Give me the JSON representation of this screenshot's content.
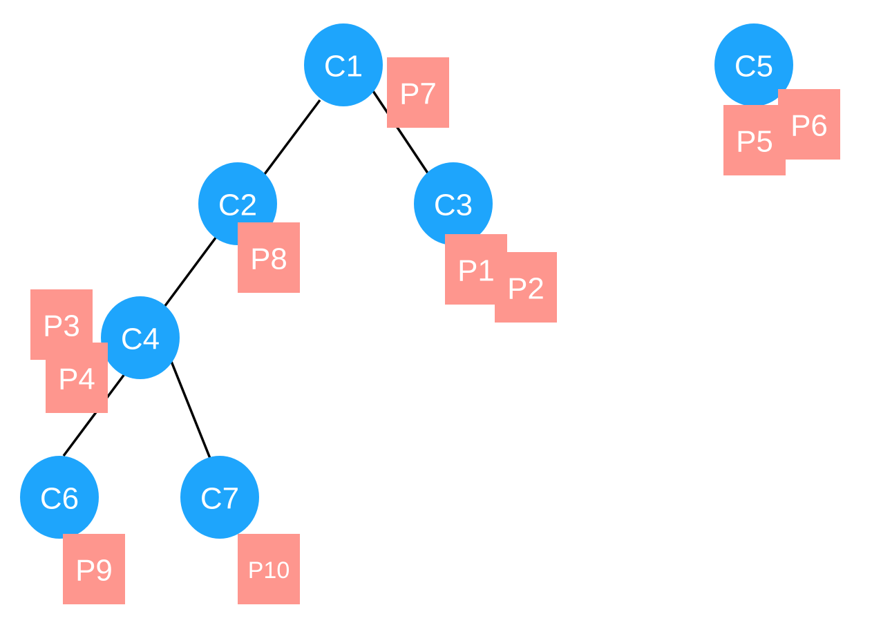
{
  "colors": {
    "node_fill": "#1ea5fc",
    "node_text": "#ffffff",
    "tag_fill": "#fe968e",
    "tag_text": "#ffffff",
    "edge": "#000000"
  },
  "nodes": [
    {
      "id": "C1",
      "label": "C1"
    },
    {
      "id": "C2",
      "label": "C2"
    },
    {
      "id": "C3",
      "label": "C3"
    },
    {
      "id": "C4",
      "label": "C4"
    },
    {
      "id": "C5",
      "label": "C5"
    },
    {
      "id": "C6",
      "label": "C6"
    },
    {
      "id": "C7",
      "label": "C7"
    }
  ],
  "edges": [
    {
      "from": "C1",
      "to": "C2"
    },
    {
      "from": "C1",
      "to": "C3"
    },
    {
      "from": "C2",
      "to": "C4"
    },
    {
      "from": "C4",
      "to": "C6"
    },
    {
      "from": "C4",
      "to": "C7"
    }
  ],
  "tags": [
    {
      "id": "P7",
      "label": "P7",
      "attached_to": "C1"
    },
    {
      "id": "P8",
      "label": "P8",
      "attached_to": "C2"
    },
    {
      "id": "P1",
      "label": "P1",
      "attached_to": "C3"
    },
    {
      "id": "P2",
      "label": "P2",
      "attached_to": "C3"
    },
    {
      "id": "P3",
      "label": "P3",
      "attached_to": "C4"
    },
    {
      "id": "P4",
      "label": "P4",
      "attached_to": "C4"
    },
    {
      "id": "P5",
      "label": "P5",
      "attached_to": "C5"
    },
    {
      "id": "P6",
      "label": "P6",
      "attached_to": "C5"
    },
    {
      "id": "P9",
      "label": "P9",
      "attached_to": "C6"
    },
    {
      "id": "P10",
      "label": "P10",
      "attached_to": "C7"
    }
  ]
}
